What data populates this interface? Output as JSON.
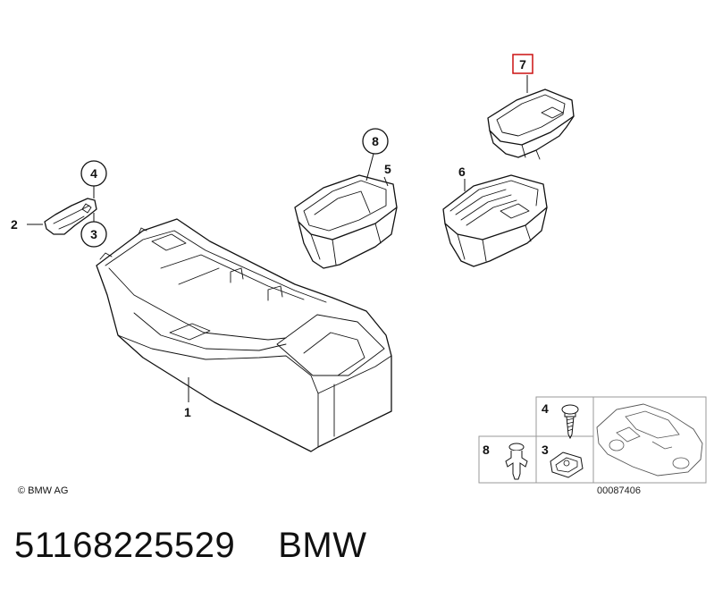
{
  "callouts": {
    "c1": "1",
    "c2": "2",
    "c3": "3",
    "c4": "4",
    "c5": "5",
    "c6": "6",
    "c7": "7",
    "c8": "8"
  },
  "legend": {
    "label_4": "4",
    "label_8": "8",
    "label_3": "3",
    "image_number": "00087406"
  },
  "copyright": "© BMW AG",
  "footer": {
    "part_number": "51168225529",
    "brand": "BMW"
  },
  "colors": {
    "highlight_box": "#cc1111",
    "ink": "#111111"
  }
}
